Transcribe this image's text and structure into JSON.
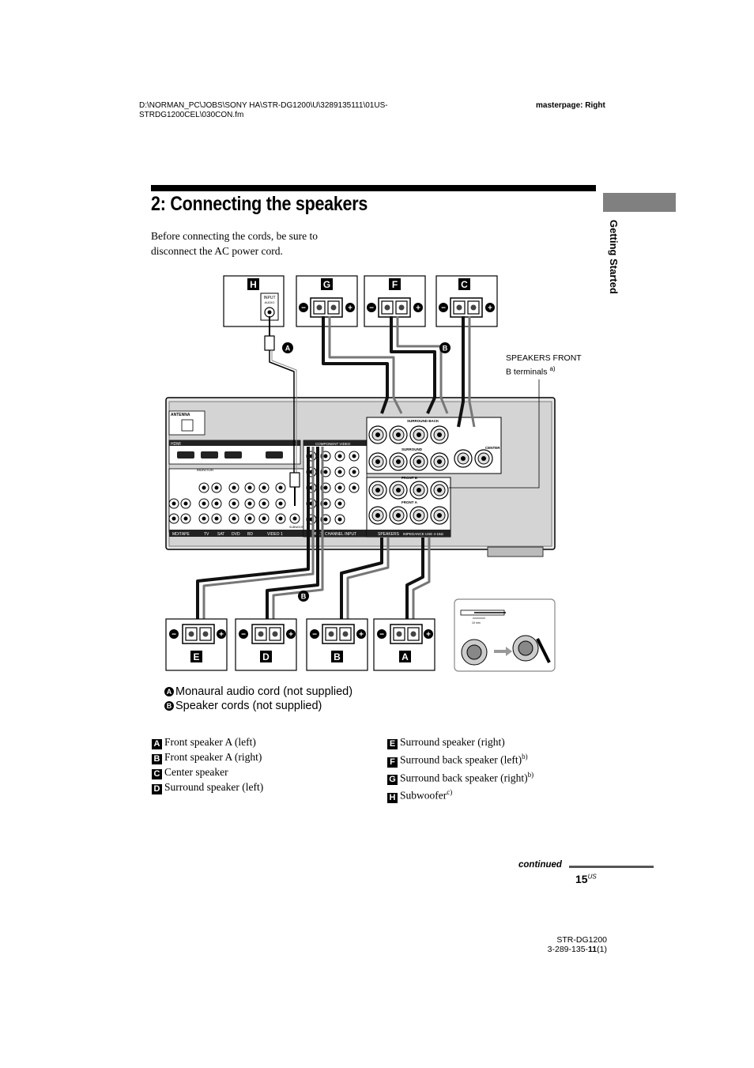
{
  "header": {
    "path_line1": "D:\\NORMAN_PC\\JOBS\\SONY HA\\STR-DG1200\\U\\3289135111\\01US-",
    "path_line2": "STRDG1200CEL\\030CON.fm",
    "masterpage": "masterpage: Right"
  },
  "section": {
    "title": "2: Connecting the speakers",
    "side_tab": "Getting Started",
    "intro_line1": "Before connecting the cords, be sure to",
    "intro_line2": "disconnect the AC power cord."
  },
  "diagram": {
    "callout_line1": "SPEAKERS FRONT",
    "callout_line2": "B terminals",
    "callout_note": "a)",
    "top_boxes": [
      "H",
      "G",
      "F",
      "C"
    ],
    "bottom_boxes": [
      "E",
      "D",
      "B",
      "A"
    ],
    "cable_markers": [
      "A",
      "B",
      "B"
    ],
    "input_label": "INPUT",
    "audio_label": "AUDIO",
    "minus": "−",
    "plus": "+",
    "strip_dim": "10 mm",
    "receiver_labels": [
      "ANTENNA",
      "HDMI",
      "COMPONENT VIDEO",
      "SURROUND BACK",
      "SURROUND",
      "CENTER",
      "FRONT B",
      "FRONT A",
      "SPEAKERS",
      "IMPEDANCE USE 4-16Ω",
      "MD/TAPE",
      "TV",
      "SAT",
      "DVD",
      "BD",
      "VIDEO 1",
      "MULTI CHANNEL INPUT",
      "MONITOR",
      "SUBWOOFER"
    ]
  },
  "cords": [
    {
      "marker": "A",
      "text": "Monaural audio cord (not supplied)"
    },
    {
      "marker": "B",
      "text": "Speaker cords (not supplied)"
    }
  ],
  "legend_left": [
    {
      "marker": "A",
      "text": "Front speaker A (left)",
      "note": ""
    },
    {
      "marker": "B",
      "text": "Front speaker A (right)",
      "note": ""
    },
    {
      "marker": "C",
      "text": "Center speaker",
      "note": ""
    },
    {
      "marker": "D",
      "text": "Surround speaker (left)",
      "note": ""
    }
  ],
  "legend_right": [
    {
      "marker": "E",
      "text": "Surround speaker (right)",
      "note": ""
    },
    {
      "marker": "F",
      "text": "Surround back speaker (left)",
      "note": "b)"
    },
    {
      "marker": "G",
      "text": "Surround back speaker (right)",
      "note": "b)"
    },
    {
      "marker": "H",
      "text": "Subwoofer",
      "note": "c)"
    }
  ],
  "footer": {
    "continued": "continued",
    "page_number": "15",
    "page_suffix": "US",
    "model": "STR-DG1200",
    "part_prefix": "3-289-135-",
    "part_bold": "11",
    "part_suffix": "(1)"
  }
}
